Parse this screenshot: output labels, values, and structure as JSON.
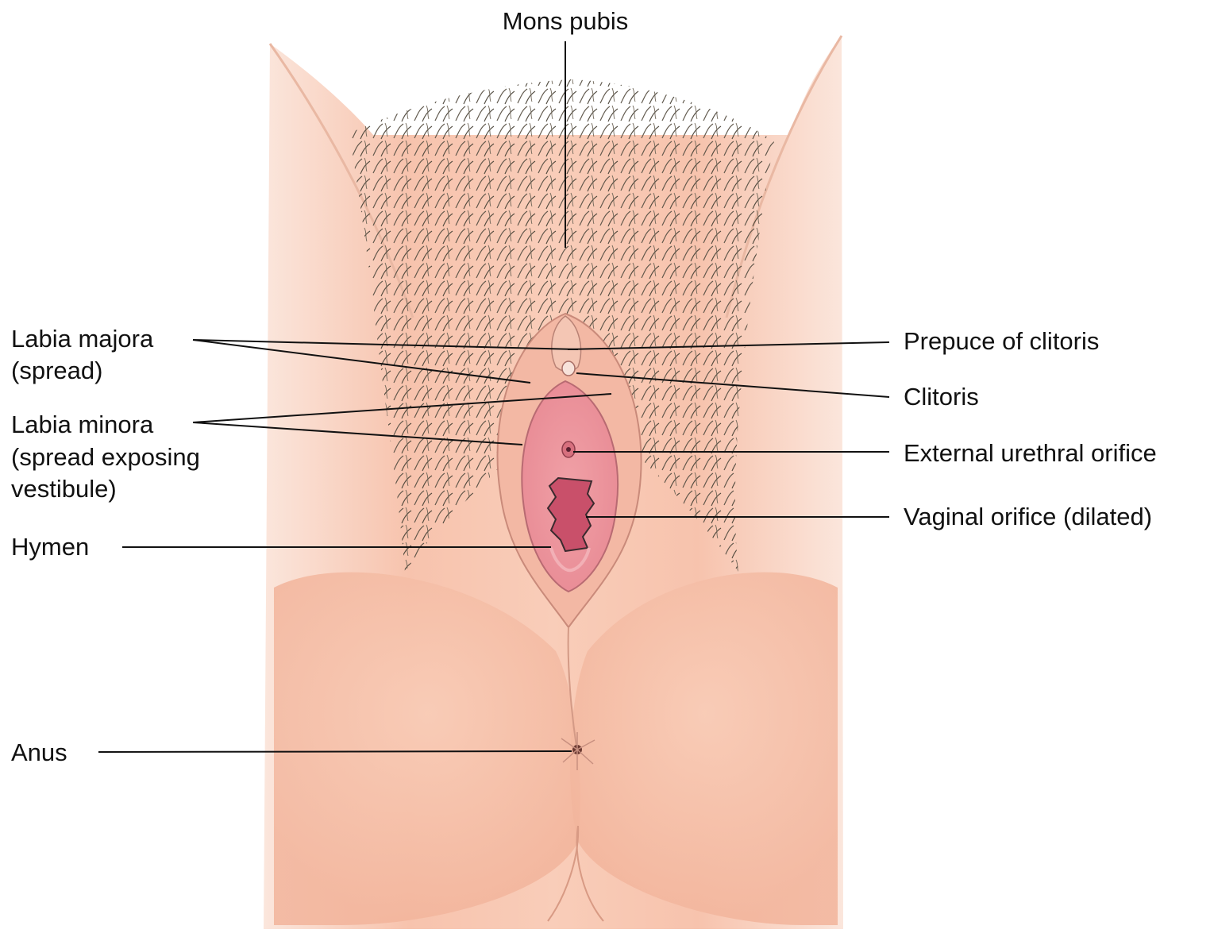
{
  "colors": {
    "background": "#ffffff",
    "skin": "#f8c8b4",
    "skin_shadow": "#f0b39c",
    "hair": "#4a4438",
    "mucosa": "#e9909a",
    "orifice": "#c9506a",
    "label_text": "#111111"
  },
  "labels": {
    "mons_pubis": "Mons pubis",
    "labia_majora_1": "Labia majora",
    "labia_majora_2": "(spread)",
    "labia_minora_1": "Labia minora",
    "labia_minora_2": "(spread exposing",
    "labia_minora_3": "vestibule)",
    "hymen": "Hymen",
    "anus": "Anus",
    "prepuce": "Prepuce of clitoris",
    "clitoris": "Clitoris",
    "urethral": "External urethral orifice",
    "vaginal": "Vaginal orifice (dilated)"
  }
}
